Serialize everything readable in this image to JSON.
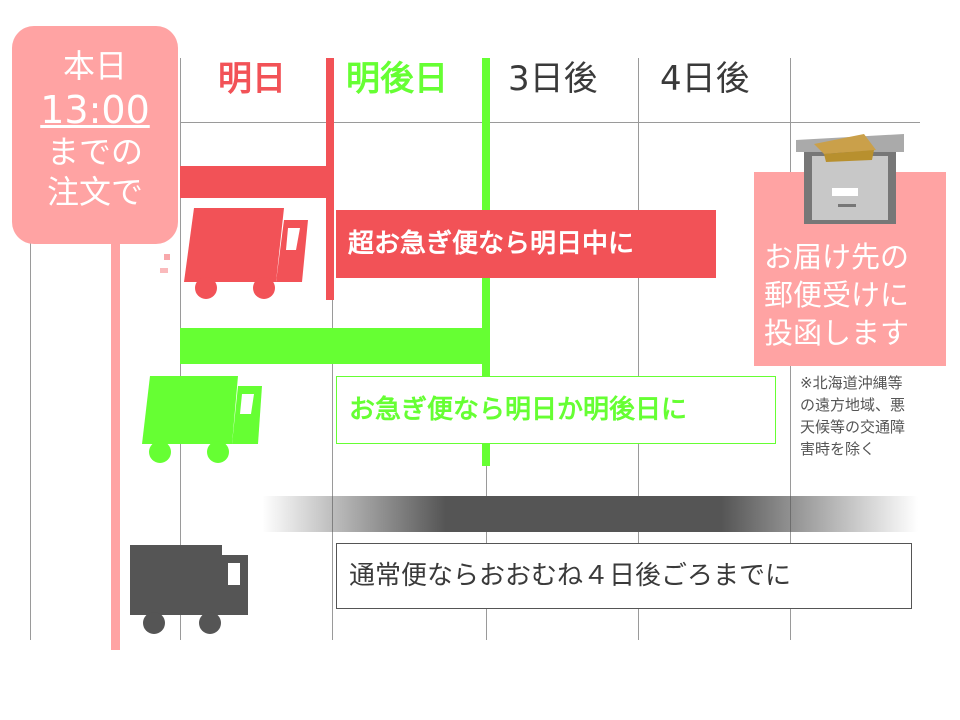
{
  "header": {
    "days": [
      "明日",
      "明後日",
      "3日後",
      "4日後"
    ]
  },
  "deadline": {
    "line1": "本日",
    "time": "13:00",
    "line2": "までの",
    "line3": "注文で"
  },
  "services": [
    {
      "label": "超お急ぎ便なら明日中に",
      "color": "#f25257"
    },
    {
      "label": "お急ぎ便なら明日か明後日に",
      "color": "#66ff33"
    },
    {
      "label": "通常便ならおおむね４日後ごろまでに",
      "color": "#555555"
    }
  ],
  "notice": {
    "line1": "お届け先の",
    "line2": "郵便受けに",
    "line3": "投函します"
  },
  "footnote": {
    "line1": "※北海道沖縄等",
    "line2": "の遠方地域、悪",
    "line3": "天候等の交通障",
    "line4": "害時を除く"
  },
  "icons": {
    "trucks": [
      "truck-icon",
      "truck-icon",
      "truck-icon"
    ],
    "mailbox": "mailbox-icon"
  },
  "colors": {
    "express_red": "#f25257",
    "express_green": "#66ff33",
    "normal_gray": "#555555",
    "badge_pink": "#ffa3a3"
  }
}
